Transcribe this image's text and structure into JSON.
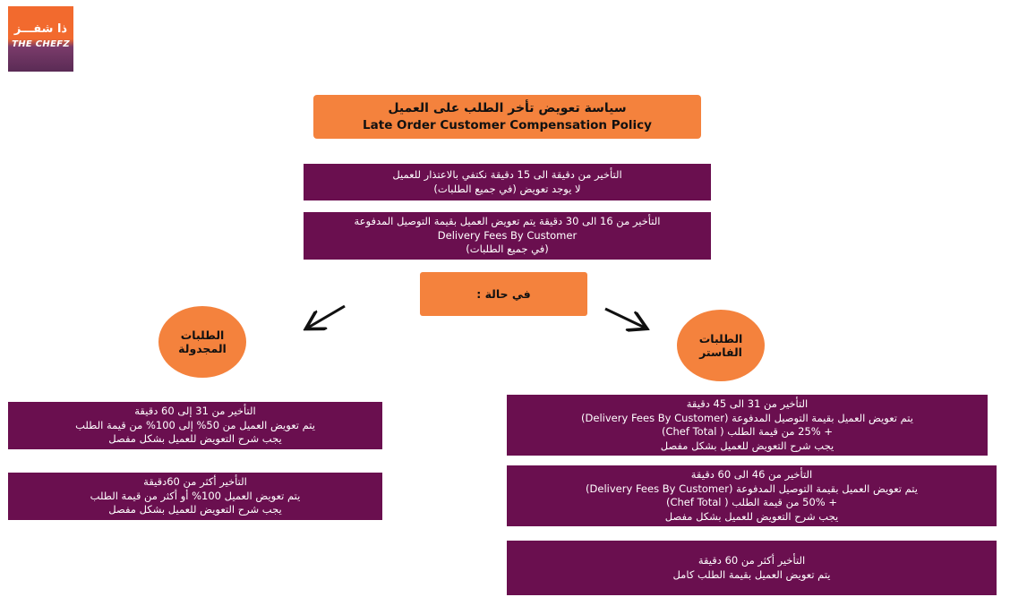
{
  "logo": {
    "text_ar": "ذا شفـــز",
    "text_en": "THE CHEFZ"
  },
  "title": {
    "ar": "سياسة تعويض تأخر الطلب على العميل",
    "en": "Late Order Customer Compensation Policy"
  },
  "all_orders": [
    {
      "lines": [
        "التأخير من دقيقة الى 15 دقيقة نكتفي بالاعتذار للعميل",
        "لا يوجد تعويض (في جميع الطلبات)"
      ]
    },
    {
      "lines": [
        "التأخير من 16 الى 30 دقيقة  يتم تعويض العميل بقيمة التوصيل المدفوعة",
        "Delivery Fees By Customer",
        "(في جميع الطلبات)"
      ]
    }
  ],
  "case_label": "في حالة :",
  "scheduled": {
    "label_lines": [
      "الطلبات",
      "المجدولة"
    ],
    "rules": [
      {
        "lines": [
          "التأخير من 31  إلى 60 دقيقة",
          "يتم تعويض العميل من 50% إلى 100% من قيمة الطلب",
          "يجب شرح التعويض للعميل بشكل مفصل"
        ]
      },
      {
        "lines": [
          "التأخير أكثر من 60دقيقة",
          "يتم تعويض العميل 100% أو أكثر من قيمة الطلب",
          "يجب شرح التعويض للعميل بشكل مفصل"
        ]
      }
    ]
  },
  "fast": {
    "label_lines": [
      "الطلبات",
      "الفاستر"
    ],
    "rules": [
      {
        "lines": [
          "التأخير من  31 الى 45 دقيقة",
          "يتم تعويض العميل بقيمة التوصيل المدفوعة (Delivery Fees By Customer)",
          "+ 25% من قيمة الطلب  ( Chef Total)",
          "يجب شرح التعويض للعميل بشكل مفصل"
        ]
      },
      {
        "lines": [
          "التأخير من  46 الى 60 دقيقة",
          "يتم تعويض العميل بقيمة التوصيل المدفوعة (Delivery Fees By Customer)",
          "+ 50% من قيمة الطلب ( Chef Total)",
          "يجب شرح التعويض للعميل بشكل مفصل"
        ]
      },
      {
        "lines": [
          "التأخير  أكثر من 60 دقيقة",
          "يتم تعويض العميل بقيمة الطلب كامل"
        ]
      }
    ]
  },
  "colors": {
    "purple": "#6a0f4f",
    "orange": "#f4823d",
    "logo_orange": "#f26a2e",
    "logo_purple": "#5a2b55"
  }
}
